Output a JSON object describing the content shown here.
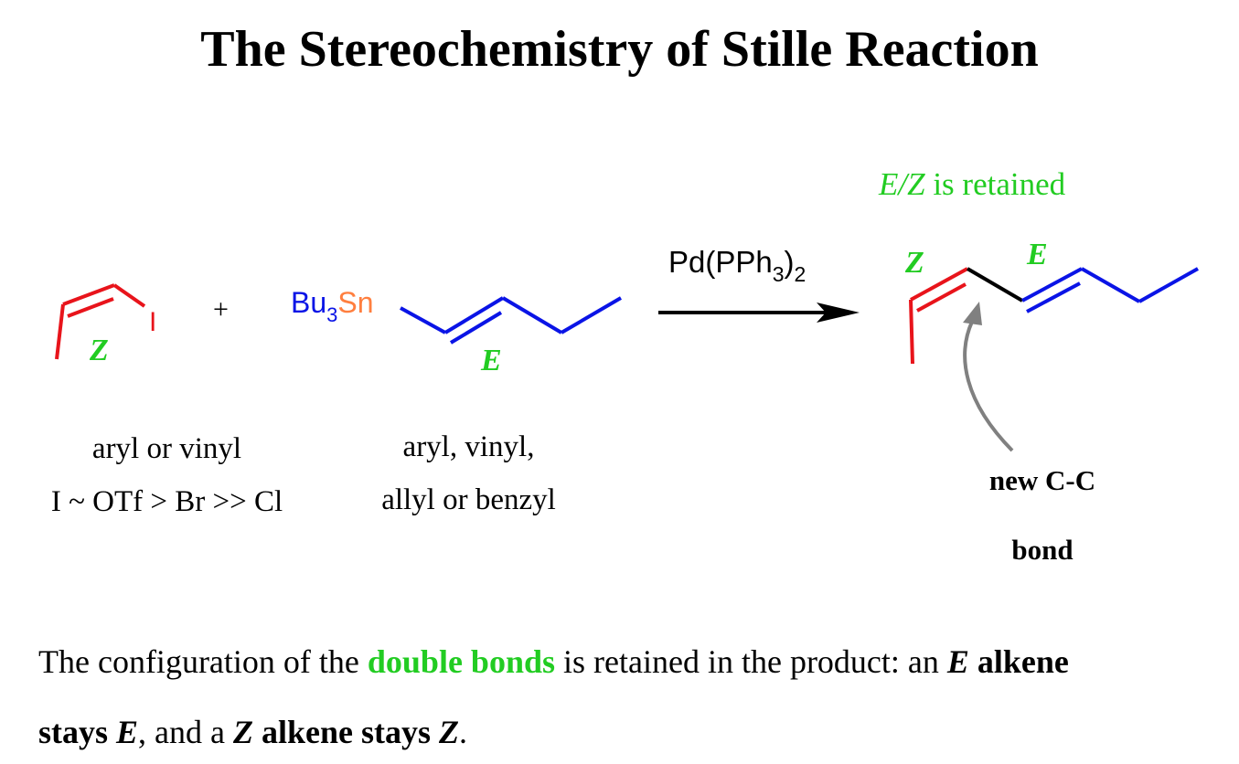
{
  "title": "The Stereochemistry of Stille Reaction",
  "colors": {
    "z_alkene": "#e8141b",
    "e_alkene": "#0a14e6",
    "label_green": "#22cc22",
    "tin": "#ff7f3f",
    "bu": "#0a14e6",
    "new_bond": "#000000",
    "curved_arrow": "#808080",
    "iodine": "#e8141b"
  },
  "reactant1": {
    "stereo_label": "Z",
    "halide": "I",
    "caption_line1": "aryl or vinyl",
    "caption_line2": "I ~ OTf > Br >> Cl"
  },
  "plus": "+",
  "reactant2": {
    "bu": "Bu",
    "bu_sub": "3",
    "sn": "Sn",
    "stereo_label": "E",
    "caption_line1": "aryl, vinyl,",
    "caption_line2": "allyl or benzyl"
  },
  "arrow": {
    "reagent_main": "Pd(PPh",
    "reagent_sub1": "3",
    "reagent_close": ")",
    "reagent_sub2": "2"
  },
  "product": {
    "retained_ez": "E/Z",
    "retained_text": " is retained",
    "z_label": "Z",
    "e_label": "E",
    "new_bond_line1": "new C-C",
    "new_bond_line2": "bond"
  },
  "footer": {
    "p1": "The configuration of the ",
    "p2": "double bonds",
    "p3": " is retained in the product: an ",
    "p4": "E",
    "p5": " alkene",
    "p6": "stays ",
    "p7": "E",
    "p8": ", and a ",
    "p9": "Z",
    "p10": " alkene stays ",
    "p11": "Z",
    "p12": "."
  }
}
